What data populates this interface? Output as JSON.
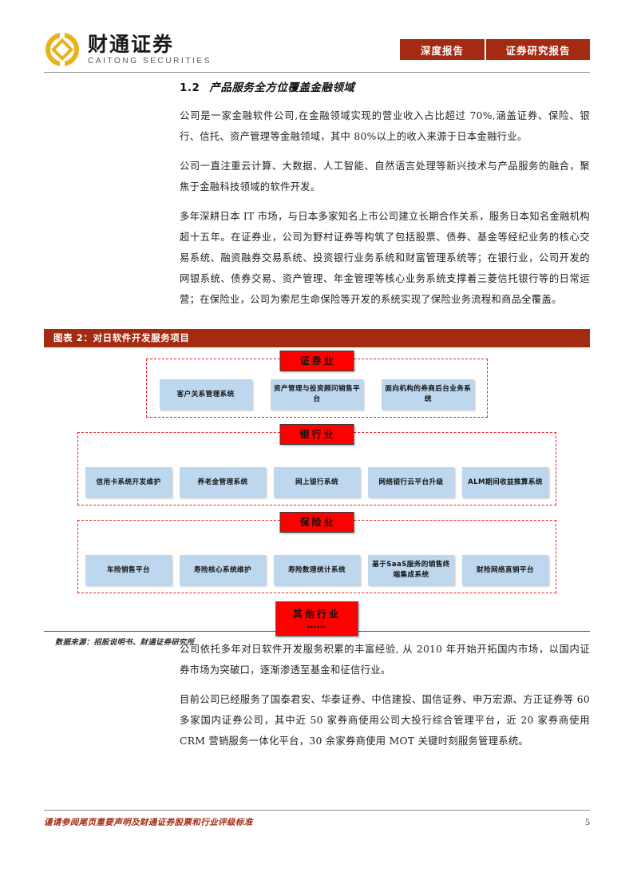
{
  "header": {
    "logo_cn": "财通证券",
    "logo_en": "CAITONG SECURITIES",
    "badge_depth": "深度报告",
    "badge_research": "证券研究报告"
  },
  "section": {
    "number": "1.2",
    "title": "产品服务全方位覆盖金融领域"
  },
  "paragraphs_top": [
    "公司是一家金融软件公司,在金融领域实现的营业收入占比超过 70%,涵盖证券、保险、银行、信托、资产管理等金融领域，其中 80%以上的收入来源于日本金融行业。",
    "公司一直注重云计算、大数据、人工智能、自然语言处理等新兴技术与产品服务的融合，聚焦于金融科技领域的软件开发。",
    "多年深耕日本 IT 市场，与日本多家知名上市公司建立长期合作关系，服务日本知名金融机构超十五年。在证券业，公司为野村证券等构筑了包括股票、债券、基金等经纪业务的核心交易系统、融资融券交易系统、投资银行业务系统和财富管理系统等；在银行业，公司开发的网银系统、债券交易、资产管理、年金管理等核心业务系统支撑着三菱信托银行等的日常运营；在保险业，公司为索尼生命保险等开发的系统实现了保险业务流程和商品全覆盖。"
  ],
  "figure": {
    "title": "图表 2：对日软件开发服务项目",
    "source": "数据来源：招股说明书、财通证券研究所",
    "groups": [
      {
        "head": "证券业",
        "nodes": [
          "客户关系管理系统",
          "资产管理与投资顾问销售平台",
          "面向机构的券商后台业务系统"
        ]
      },
      {
        "head": "银行业",
        "nodes": [
          "信用卡系统开发维护",
          "养老金管理系统",
          "网上银行系统",
          "网络银行云平台升级",
          "ALM期间收益推算系统"
        ]
      },
      {
        "head": "保险业",
        "nodes": [
          "车险销售平台",
          "寿险核心系统维护",
          "寿险数理统计系统",
          "基于SaaS服务的销售终端集成系统",
          "财险网络直销平台"
        ]
      }
    ],
    "other": {
      "label": "其他行业",
      "dots": "……"
    }
  },
  "paragraphs_bottom": [
    "公司依托多年对日软件开发服务积累的丰富经验, 从 2010 年开始开拓国内市场，以国内证券市场为突破口，逐渐渗透至基金和征信行业。",
    "目前公司已经服务了国泰君安、华泰证券、中信建投、国信证券、申万宏源、方正证券等 60 多家国内证券公司，其中近 50 家券商使用公司大投行综合管理平台，近 20 家券商使用 CRM 营销服务一体化平台，30 余家券商使用 MOT 关键时刻服务管理系统。"
  ],
  "footer": {
    "note": "谨请参阅尾页重要声明及财通证券股票和行业评级标准",
    "page": "5"
  },
  "colors": {
    "brand_red": "#a42a12",
    "bright_red": "#ff0000",
    "dashed_red": "#ee1c25",
    "node_blue": "#bdd7ee",
    "logo_gold": "#e8b21a"
  }
}
